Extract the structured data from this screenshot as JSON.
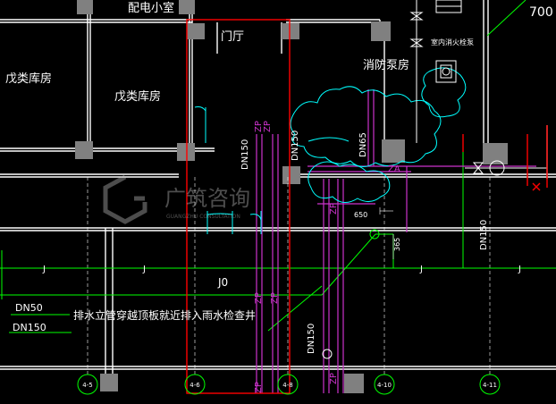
{
  "rooms": {
    "top_partial": "配电小室",
    "lobby": "门厅",
    "storage_left": "戊类库房",
    "storage_mid": "戊类库房",
    "pump_room": "消防泵房",
    "hydrant_label": "室内消火栓泵",
    "corner_number": "700"
  },
  "pipes": {
    "dn150_vertical_a": "DN150",
    "dn150_vertical_b": "DN150",
    "dn65": "DN65",
    "dn150_right": "DN150",
    "dn150_lower": "DN150",
    "zp": "ZP",
    "za": "ZA",
    "j": "J",
    "j0": "J0",
    "dim_650": "650",
    "dim_365": "365"
  },
  "legend": {
    "dn50": "DN50",
    "dn150": "DN150"
  },
  "note": "排水立管穿越顶板就近排入雨水检查井",
  "grid_axes": [
    "4-5",
    "4-6",
    "4-8",
    "4-10",
    "4-11"
  ],
  "watermark": {
    "name": "广筑咨询",
    "sub": "GUANGZHU CONSULTATION"
  },
  "colors": {
    "wall": "#ffffff",
    "column": "#808080",
    "water_pipe": "#00ff00",
    "fire_pipe": "#cc33cc",
    "cyan": "#00ffff",
    "highlight": "#ff0000",
    "text": "#ffffff"
  }
}
